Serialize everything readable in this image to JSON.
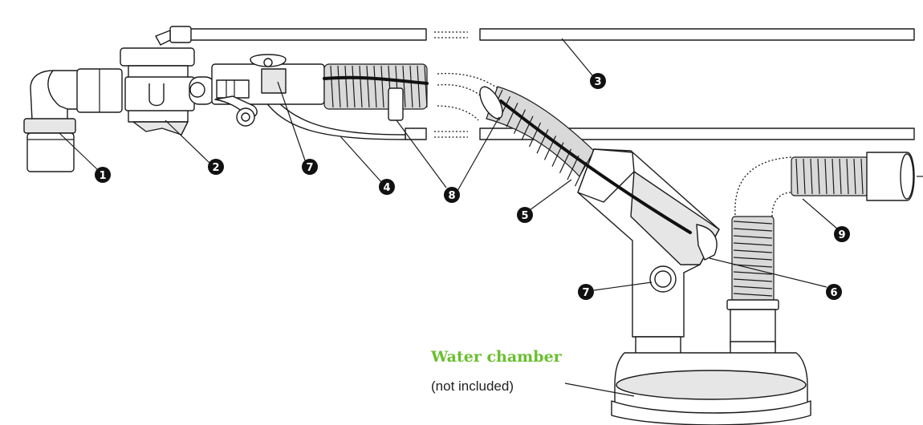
{
  "callouts": [
    {
      "id": "c1",
      "number": "1"
    },
    {
      "id": "c2",
      "number": "2"
    },
    {
      "id": "c3",
      "number": "3"
    },
    {
      "id": "c4",
      "number": "4"
    },
    {
      "id": "c5",
      "number": "5"
    },
    {
      "id": "c6",
      "number": "6"
    },
    {
      "id": "c7a",
      "number": "7"
    },
    {
      "id": "c7b",
      "number": "7"
    },
    {
      "id": "c8",
      "number": "8"
    },
    {
      "id": "c9",
      "number": "9"
    }
  ],
  "water_chamber": {
    "title": "Water chamber",
    "subtitle": "(not included)",
    "title_color": "#6abf2e"
  },
  "colors": {
    "line": "#1a1a1a",
    "callout_fill": "#111111",
    "shading": "#e6e6e6"
  }
}
